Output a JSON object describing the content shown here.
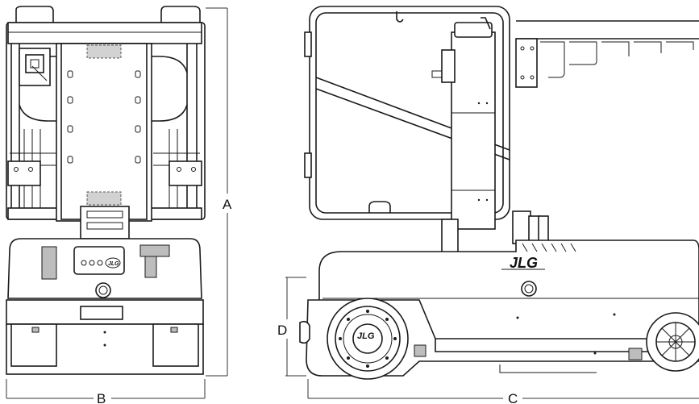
{
  "dimensions": {
    "a": "A",
    "b": "B",
    "c": "C",
    "d": "D"
  },
  "branding": {
    "logo_text": "JLG"
  },
  "colors": {
    "line": "#1a1a1a",
    "panel": "#bdbdbd",
    "background": "#ffffff"
  }
}
